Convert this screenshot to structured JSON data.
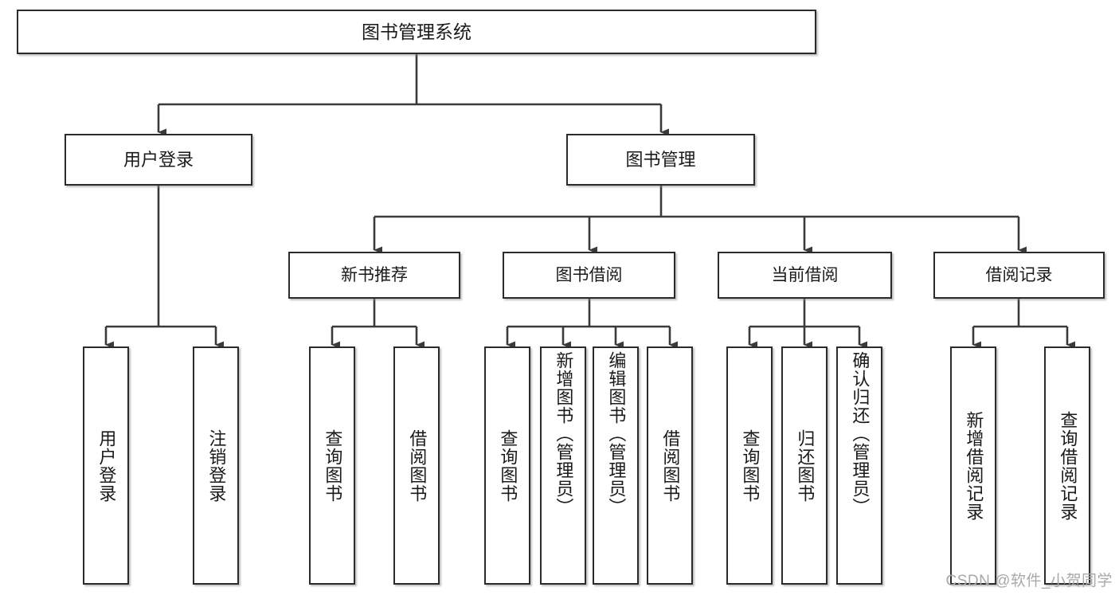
{
  "diagram": {
    "type": "tree",
    "title": "图书管理系统",
    "colors": {
      "box_border": "#2b2b2b",
      "box_fill": "#ffffff",
      "connector": "#3a3a3a",
      "text": "#1a1a1a",
      "watermark": "#a8a8a8"
    },
    "watermark": "CSDN @软件_小贺同学",
    "root": {
      "label": "图书管理系统"
    },
    "level2": [
      {
        "label": "用户登录"
      },
      {
        "label": "图书管理"
      }
    ],
    "level3": [
      {
        "label": "新书推荐"
      },
      {
        "label": "图书借阅"
      },
      {
        "label": "当前借阅"
      },
      {
        "label": "借阅记录"
      }
    ],
    "leaves": {
      "user_login": [
        {
          "label": "用户登录"
        },
        {
          "label": "注销登录"
        }
      ],
      "new_book_recommend": [
        {
          "label": "查询图书"
        },
        {
          "label": "借阅图书"
        }
      ],
      "book_borrow": [
        {
          "label": "查询图书"
        },
        {
          "label": "新增图书（管理员）"
        },
        {
          "label": "编辑图书（管理员）"
        },
        {
          "label": "借阅图书"
        }
      ],
      "current_borrow": [
        {
          "label": "查询图书"
        },
        {
          "label": "归还图书"
        },
        {
          "label": "确认归还（管理员）"
        }
      ],
      "borrow_record": [
        {
          "label": "新增借阅记录"
        },
        {
          "label": "查询借阅记录"
        }
      ]
    }
  }
}
